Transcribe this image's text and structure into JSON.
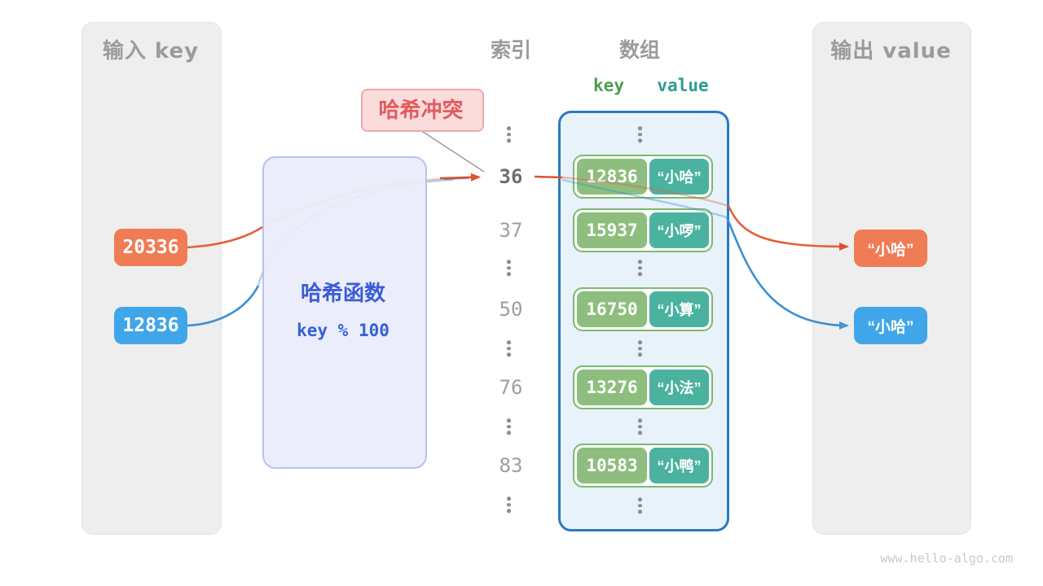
{
  "watermark": "www.hello-algo.com",
  "input_panel": {
    "title": "输入 key",
    "keys": [
      {
        "label": "20336",
        "color": "orange"
      },
      {
        "label": "12836",
        "color": "blue"
      }
    ]
  },
  "hash_function": {
    "title": "哈希函数",
    "formula": "key % 100"
  },
  "collision_label": {
    "text": "哈希冲突"
  },
  "index_column": {
    "title": "索引",
    "items": [
      {
        "label": "36",
        "highlight": true
      },
      {
        "label": "37",
        "highlight": false
      },
      {
        "label": "50",
        "highlight": false
      },
      {
        "label": "76",
        "highlight": false
      },
      {
        "label": "83",
        "highlight": false
      }
    ]
  },
  "array_panel": {
    "title": "数组",
    "key_header": "key",
    "value_header": "value",
    "rows": [
      {
        "key": "12836",
        "value": "“小哈”"
      },
      {
        "key": "15937",
        "value": "“小啰”"
      },
      {
        "key": "16750",
        "value": "“小算”"
      },
      {
        "key": "13276",
        "value": "“小法”"
      },
      {
        "key": "10583",
        "value": "“小鸭”"
      }
    ]
  },
  "output_panel": {
    "title": "输出 value",
    "values": [
      {
        "label": "“小哈”",
        "color": "orange"
      },
      {
        "label": "“小哈”",
        "color": "blue"
      }
    ]
  },
  "colors": {
    "orange_box": "#f07c55",
    "blue_box": "#41a6e9",
    "orange_line": "#e0502d",
    "blue_line": "#3d8fd0",
    "green_key_cell": "#8ebe7e",
    "teal_value_cell": "#4bb2a0",
    "array_border": "#2a7abf",
    "hash_box_fill": "#e9ecfa",
    "hash_text": "#3a5cd8",
    "collision_fill": "#fadcdc",
    "collision_text": "#e25b5e",
    "panel_gray": "#eeeeee"
  }
}
